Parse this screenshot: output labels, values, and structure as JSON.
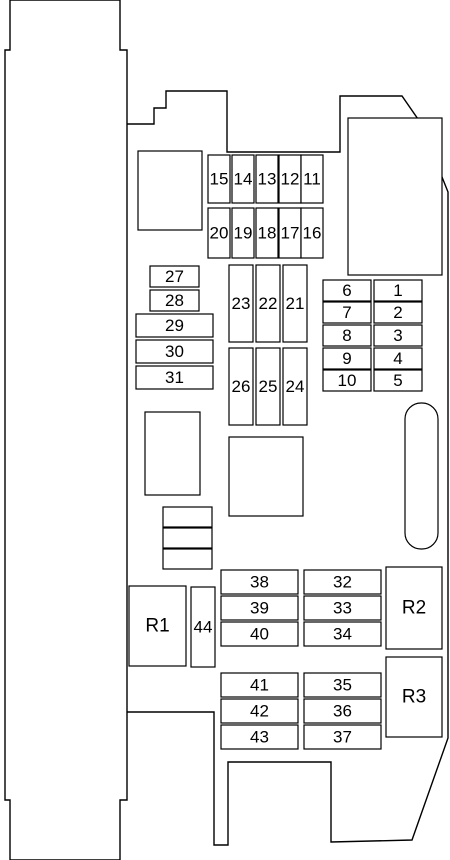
{
  "fuses": {
    "f1": "1",
    "f2": "2",
    "f3": "3",
    "f4": "4",
    "f5": "5",
    "f6": "6",
    "f7": "7",
    "f8": "8",
    "f9": "9",
    "f10": "10",
    "f11": "11",
    "f12": "12",
    "f13": "13",
    "f14": "14",
    "f15": "15",
    "f16": "16",
    "f17": "17",
    "f18": "18",
    "f19": "19",
    "f20": "20",
    "f21": "21",
    "f22": "22",
    "f23": "23",
    "f24": "24",
    "f25": "25",
    "f26": "26",
    "f27": "27",
    "f28": "28",
    "f29": "29",
    "f30": "30",
    "f31": "31",
    "f32": "32",
    "f33": "33",
    "f34": "34",
    "f35": "35",
    "f36": "36",
    "f37": "37",
    "f38": "38",
    "f39": "39",
    "f40": "40",
    "f41": "41",
    "f42": "42",
    "f43": "43",
    "f44": "44"
  },
  "relays": {
    "r1": "R1",
    "r2": "R2",
    "r3": "R3"
  }
}
